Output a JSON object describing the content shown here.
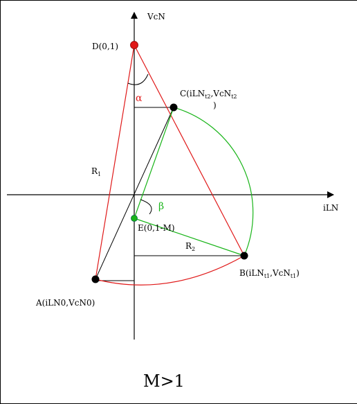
{
  "axes": {
    "y_label": "VcN",
    "x_label": "iLN"
  },
  "points": {
    "D": "D(0,1)",
    "C_main": "C(iLN",
    "C_sub1": "t2",
    "C_mid": ",VcN",
    "C_sub2": "t2",
    "C_close": ")",
    "E": "E(0,1-M)",
    "B_main": "B(iLN",
    "B_sub1": "t1",
    "B_mid": ",VcN",
    "B_sub2": "t1",
    "B_close": ")",
    "A": "A(iLN0,VcN0)"
  },
  "radii": {
    "R1_main": "R",
    "R1_sub": "1",
    "R2_main": "R",
    "R2_sub": "2"
  },
  "angles": {
    "alpha": "α",
    "beta": "β"
  },
  "caption": "M>1",
  "colors": {
    "red": "#e01818",
    "green": "#18b418",
    "black": "#000000"
  }
}
